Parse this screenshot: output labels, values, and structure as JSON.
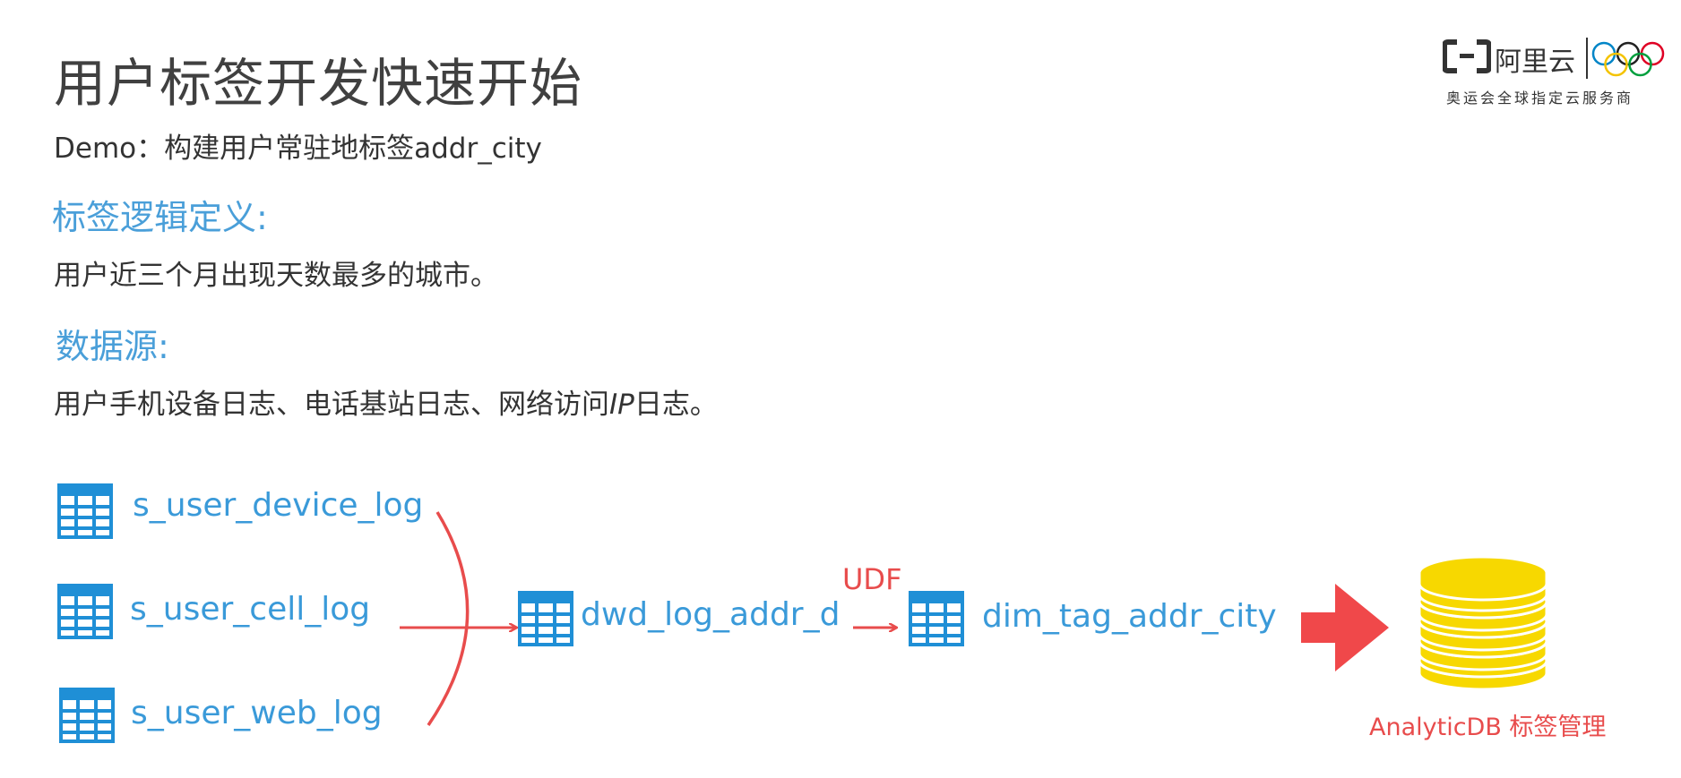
{
  "header": {
    "title": "用户标签开发快速开始",
    "subtitle": "Demo：构建用户常驻地标签addr_city"
  },
  "sections": {
    "logic_head": "标签逻辑定义:",
    "logic_body": "用户近三个月出现天数最多的城市。",
    "source_head": "数据源:",
    "source_body_prefix": "用户手机设备日志、电话基站日志、网络访问",
    "source_body_ip": "IP",
    "source_body_suffix": "日志。"
  },
  "logo": {
    "name": "阿里云",
    "tagline": "奥运会全球指定云服务商",
    "mark_icon": "aliyun-logo-icon",
    "rings_icon": "olympic-rings-icon"
  },
  "diagram": {
    "sources": [
      {
        "label": "s_user_device_log",
        "icon": "table-icon"
      },
      {
        "label": "s_user_cell_log",
        "icon": "table-icon"
      },
      {
        "label": "s_user_web_log",
        "icon": "table-icon"
      }
    ],
    "intermediate": {
      "label": "dwd_log_addr_d",
      "icon": "table-icon"
    },
    "transform": {
      "label": "UDF"
    },
    "dimension": {
      "label": "dim_tag_addr_city",
      "icon": "table-icon"
    },
    "sink": {
      "label": "AnalyticDB 标签管理",
      "icon": "database-icon"
    }
  },
  "colors": {
    "accent_blue": "#3a9ad9",
    "icon_blue": "#1f8fd6",
    "arrow_red": "#e84c4c",
    "database_yellow": "#f7d800",
    "text_dark": "#333333"
  }
}
